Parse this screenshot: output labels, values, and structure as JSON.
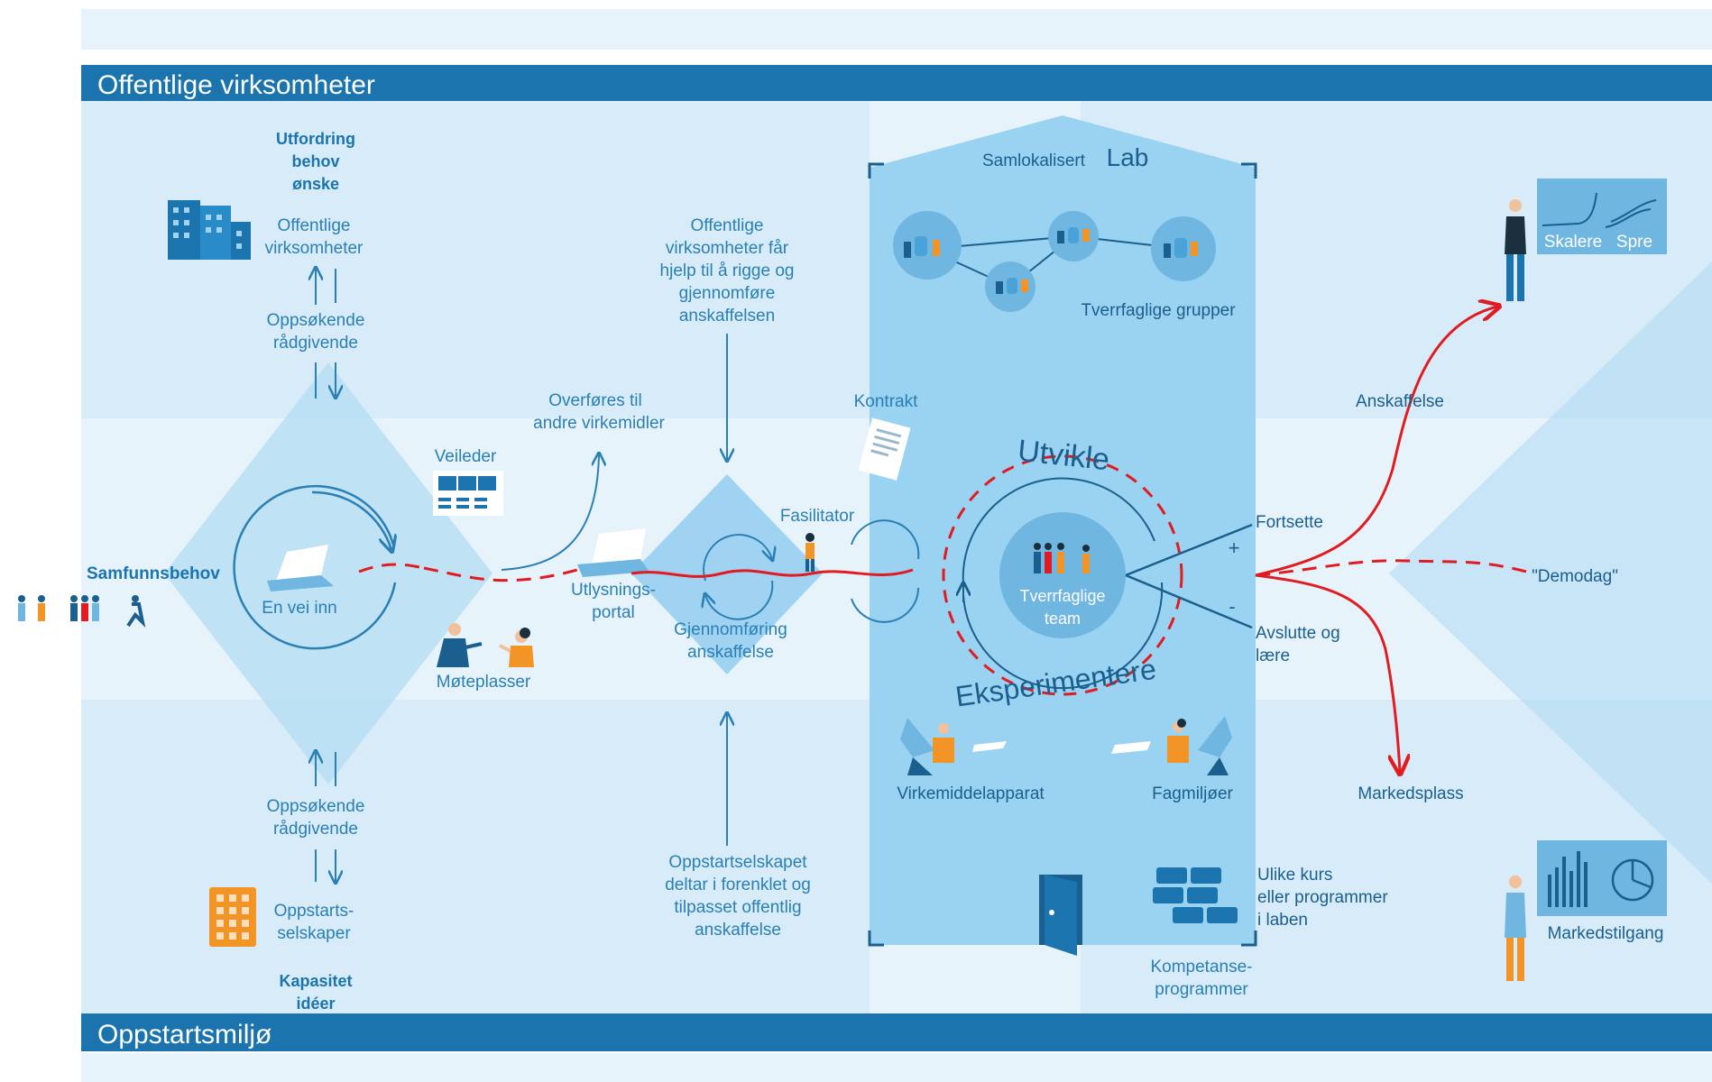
{
  "top_band": {
    "title": "Offentlige virksomheter"
  },
  "bottom_band": {
    "title": "Oppstartsmiljø"
  },
  "left": {
    "samfunnsbehov": "Samfunnsbehov",
    "top_bold": [
      "Utfordring",
      "behov",
      "ønske"
    ],
    "top_org": [
      "Offentlige",
      "virksomheter"
    ],
    "top_advisers": [
      "Oppsøkende",
      "rådgivende"
    ],
    "bottom_advisers": [
      "Oppsøkende",
      "rådgivende"
    ],
    "bottom_org": [
      "Oppstarts-",
      "selskaper"
    ],
    "bottom_bold": [
      "Kapasitet",
      "idéer"
    ],
    "en_vei_inn": "En vei inn",
    "veileder": "Veileder",
    "moteplasser": "Møteplasser"
  },
  "middle": {
    "overfores": [
      "Overføres til",
      "andre virkemidler"
    ],
    "offentlige_hjelp": [
      "Offentlige",
      "virksomheter får",
      "hjelp til å rigge og",
      "gjennomføre",
      "anskaffelsen"
    ],
    "kontrakt": "Kontrakt",
    "fasilitator": "Fasilitator",
    "utlysningsportal": [
      "Utlysnings-",
      "portal"
    ],
    "gjennomforing": [
      "Gjennomføring",
      "anskaffelse"
    ],
    "oppstartsselskapet": [
      "Oppstartselskapet",
      "deltar i forenklet og",
      "tilpasset offentlig",
      "anskaffelse"
    ]
  },
  "lab": {
    "samlokalisert": "Samlokalisert",
    "lab": "Lab",
    "tverrfaglige_grupper": "Tverrfaglige grupper",
    "utvikle": "Utvikle",
    "eksperimentere": "Eksperimentere",
    "team": [
      "Tverrfaglige",
      "team"
    ],
    "virkemiddelapparat": "Virkemiddelapparat",
    "fagmiljoer": "Fagmiljøer",
    "ulike_kurs": [
      "Ulike kurs",
      "eller programmer",
      "i laben"
    ],
    "kompetanse": [
      "Kompetanse-",
      "programmer"
    ]
  },
  "right": {
    "fortsette": "Fortsette",
    "plus": "+",
    "minus": "-",
    "avslutte": [
      "Avslutte og",
      "lære"
    ],
    "anskaffelse": "Anskaffelse",
    "demodag": "\"Demodag\"",
    "markedsplass": "Markedsplass",
    "skalere": "Skalere",
    "spre": "Spre",
    "markedstilgang": "Markedstilgang"
  },
  "colors": {
    "band": "#1b74ad",
    "light_bg": "#e6f3fb",
    "mid_bg": "#cfe8f7",
    "diamond": "#b3dcf3",
    "lab": "#9ad2f1",
    "red": "#e01b22",
    "orange": "#f29526",
    "dark_blue": "#1b5f8f"
  }
}
